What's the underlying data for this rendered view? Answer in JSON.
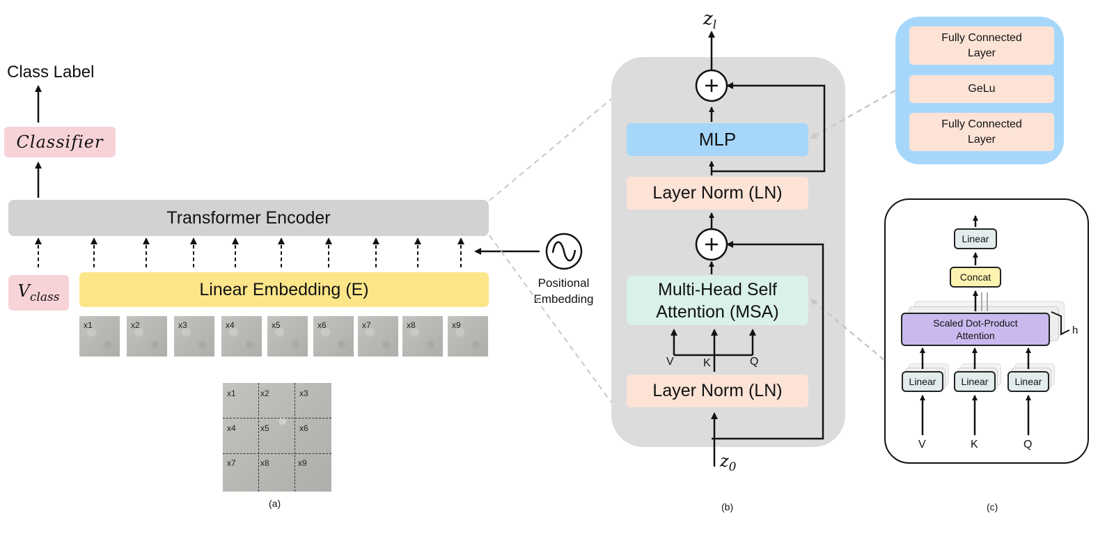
{
  "panel_a": {
    "class_label": "Class Label",
    "classifier": "Classifier",
    "transformer_encoder": "Transformer Encoder",
    "v_class_main": "V",
    "v_class_sub": "class",
    "linear_embedding": "Linear Embedding (E)",
    "patches": [
      "x1",
      "x2",
      "x3",
      "x4",
      "x5",
      "x6",
      "x7",
      "x8",
      "x9"
    ],
    "grid": [
      "x1",
      "x2",
      "x3",
      "x4",
      "x5",
      "x6",
      "x7",
      "x8",
      "x9"
    ],
    "positional_embedding_line1": "Positional",
    "positional_embedding_line2": "Embedding",
    "caption": "(a)"
  },
  "panel_b": {
    "z_l_main": "z",
    "z_l_sub": "l",
    "z_0_main": "z",
    "z_0_sub": "0",
    "plus_symbol": "+",
    "mlp": "MLP",
    "layer_norm_top": "Layer Norm (LN)",
    "msa_line1": "Multi-Head Self",
    "msa_line2": "Attention (MSA)",
    "layer_norm_bottom": "Layer Norm (LN)",
    "v": "V",
    "k": "K",
    "q": "Q",
    "caption": "(b)"
  },
  "panel_mlp_detail": {
    "fc_top_line1": "Fully Connected",
    "fc_top_line2": "Layer",
    "gelu": "GeLu",
    "fc_bottom_line1": "Fully Connected",
    "fc_bottom_line2": "Layer"
  },
  "panel_c": {
    "linear_top": "Linear",
    "concat": "Concat",
    "sdpa_line1": "Scaled Dot-Product",
    "sdpa_line2": "Attention",
    "h": "h",
    "linear_v": "Linear",
    "linear_k": "Linear",
    "linear_q": "Linear",
    "v": "V",
    "k": "K",
    "q": "Q",
    "caption": "(c)"
  },
  "colors": {
    "pink": "#f7d3d8",
    "gray": "#d2d2d2",
    "yellow": "#fde68a",
    "panel_bg": "#dcdcdc",
    "blue": "#a6d7fb",
    "peach": "#fce3d6",
    "mint": "#d9f1ea",
    "light_blue": "#a6d7fb",
    "purple": "#c9b9ee",
    "concat_yellow": "#fdf3b1"
  }
}
